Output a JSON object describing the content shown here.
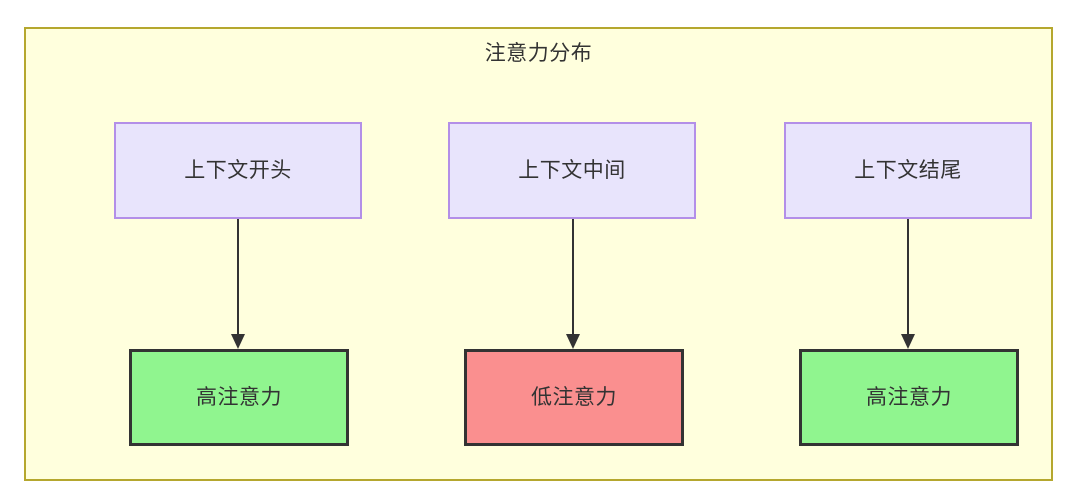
{
  "diagram": {
    "title": "注意力分布",
    "frame": {
      "background_color": "#ffffdd",
      "border_color": "#b5a72e"
    },
    "context_nodes": [
      {
        "id": "ctx-start",
        "label": "上下文开头",
        "fill": "#e8e4fc",
        "border": "#b38fe8"
      },
      {
        "id": "ctx-middle",
        "label": "上下文中间",
        "fill": "#e8e4fc",
        "border": "#b38fe8"
      },
      {
        "id": "ctx-end",
        "label": "上下文结尾",
        "fill": "#e8e4fc",
        "border": "#b38fe8"
      }
    ],
    "attention_nodes": [
      {
        "id": "attn-start",
        "label": "高注意力",
        "level": "high",
        "fill": "#90f58f",
        "border": "#333333"
      },
      {
        "id": "attn-middle",
        "label": "低注意力",
        "level": "low",
        "fill": "#fa8f8f",
        "border": "#333333"
      },
      {
        "id": "attn-end",
        "label": "高注意力",
        "level": "high",
        "fill": "#90f58f",
        "border": "#333333"
      }
    ],
    "edges": [
      {
        "id": "arrow-1",
        "from": "ctx-start",
        "to": "attn-start",
        "icon": "down-arrow-icon"
      },
      {
        "id": "arrow-2",
        "from": "ctx-middle",
        "to": "attn-middle",
        "icon": "down-arrow-icon"
      },
      {
        "id": "arrow-3",
        "from": "ctx-end",
        "to": "attn-end",
        "icon": "down-arrow-icon"
      }
    ]
  }
}
